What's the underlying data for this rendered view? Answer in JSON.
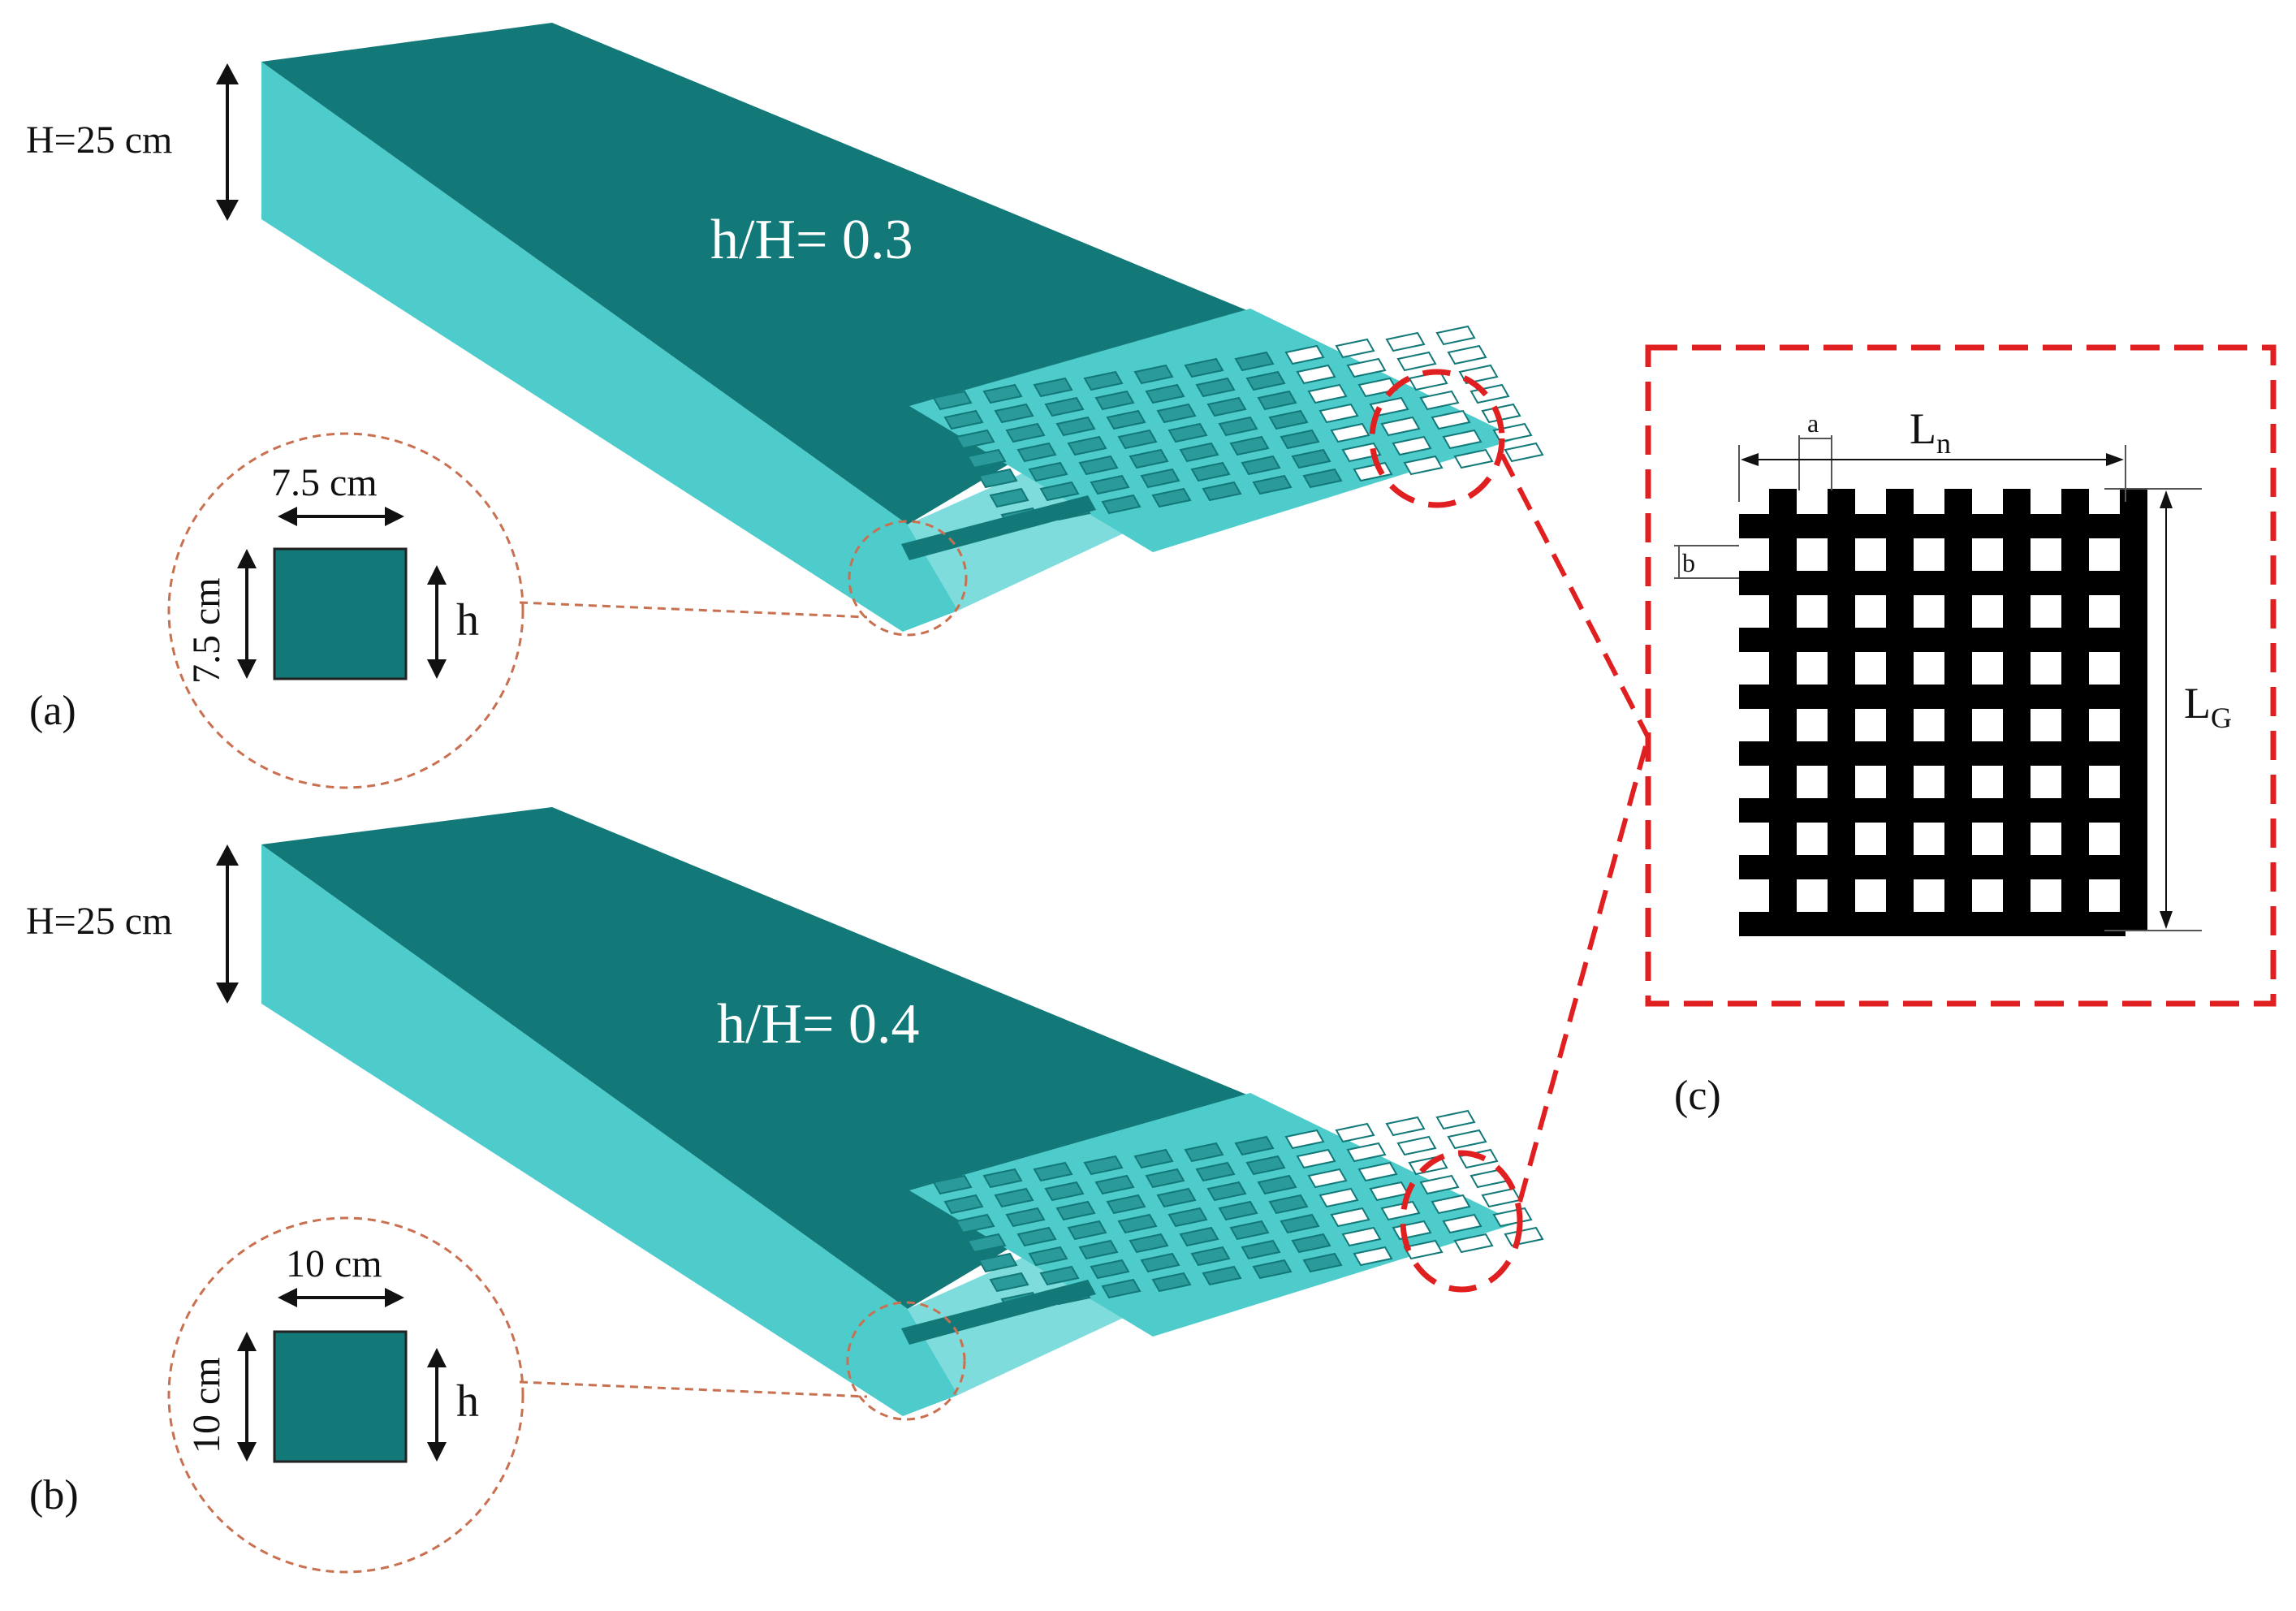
{
  "panels": [
    {
      "id": "a",
      "label": "(a)",
      "height_label": "H=25 cm",
      "ratio_label": "h/H= 0.3",
      "inset": {
        "width_label": "7.5 cm",
        "height_label": "7.5 cm",
        "h_label": "h"
      }
    },
    {
      "id": "b",
      "label": "(b)",
      "height_label": "H=25 cm",
      "ratio_label": "h/H= 0.4",
      "inset": {
        "width_label": "10 cm",
        "height_label": "10 cm",
        "h_label": "h"
      }
    }
  ],
  "detail": {
    "label": "(c)",
    "a_label": "a",
    "b_label": "b",
    "ln_main": "L",
    "ln_sub": "n",
    "lg_main": "L",
    "lg_sub": "G"
  },
  "colors": {
    "top_face": "#127878",
    "side_face": "#4ecbcb",
    "end_face": "#7fdcdc",
    "grid": "#000000",
    "callout": "#e02020",
    "inset_circle": "#c87050"
  }
}
